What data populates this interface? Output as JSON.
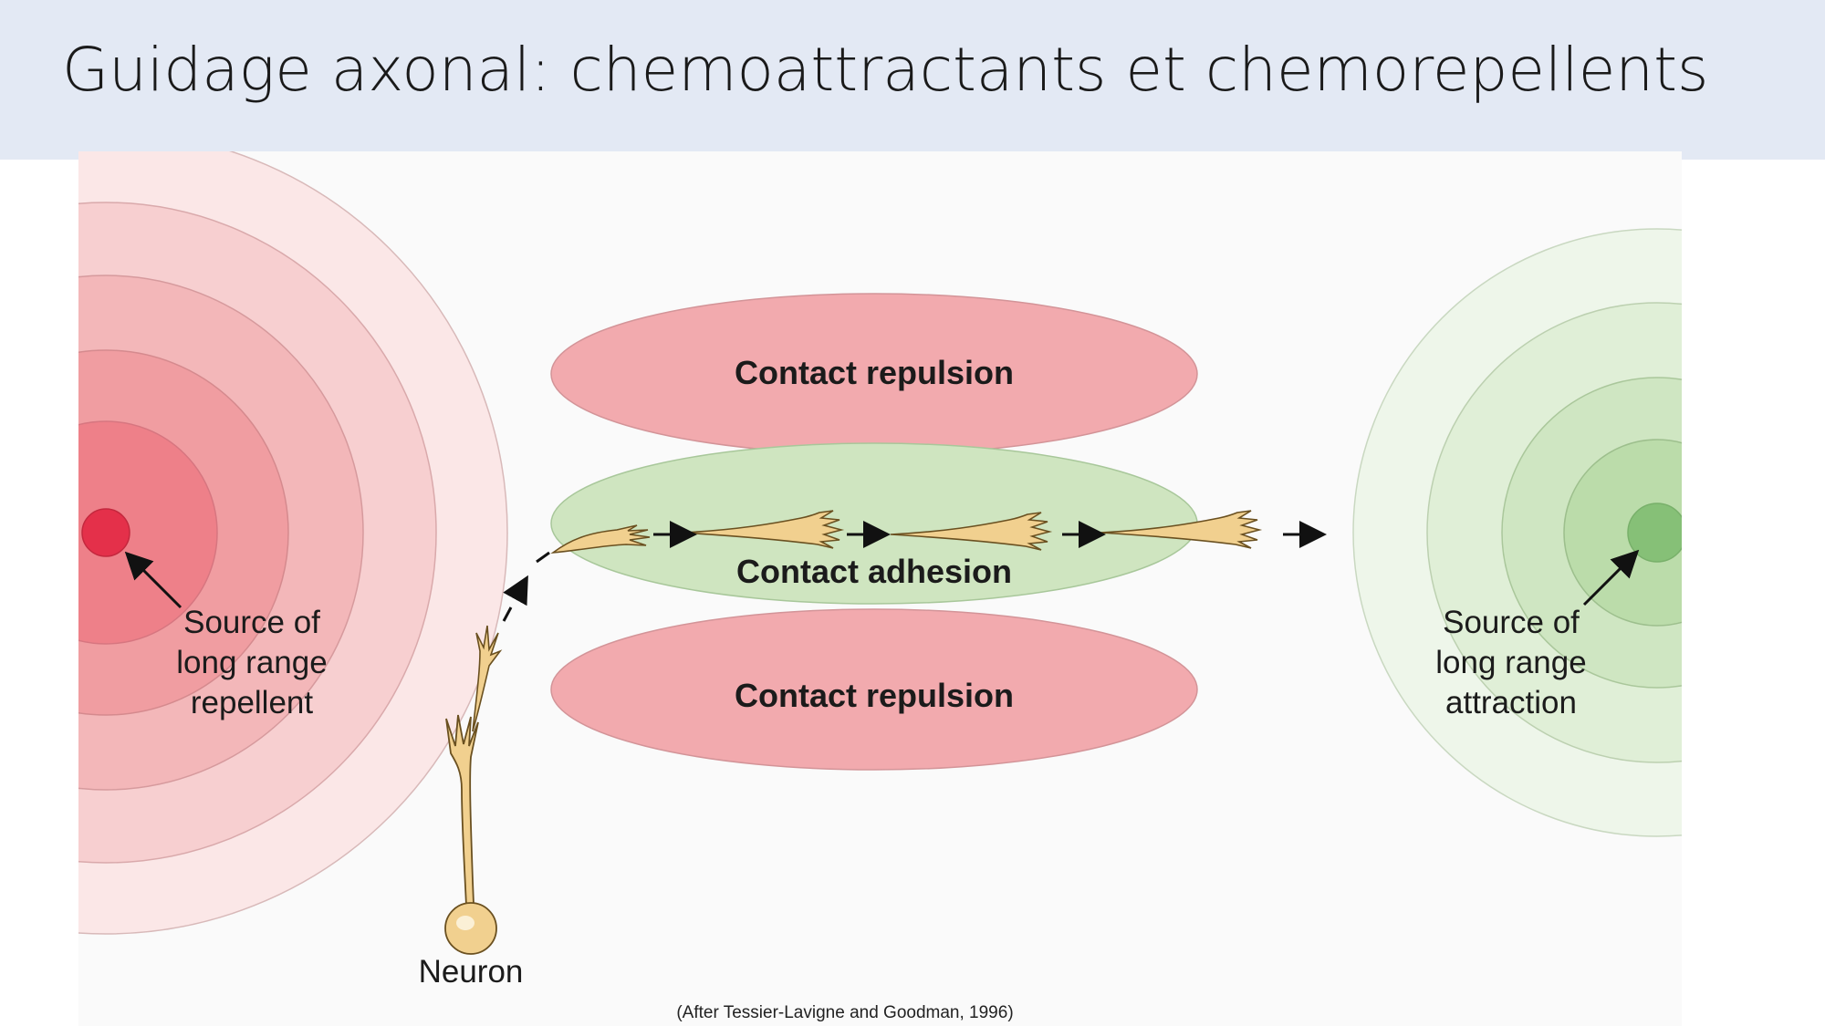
{
  "slide": {
    "title": "Guidage axonal: chemoattractants et chemorepellents"
  },
  "figure": {
    "repellent_source_label": [
      "Source of",
      "long range",
      "repellent"
    ],
    "attraction_source_label": [
      "Source of",
      "long range",
      "attraction"
    ],
    "contact_repulsion_top": "Contact repulsion",
    "contact_adhesion": "Contact adhesion",
    "contact_repulsion_bottom": "Contact repulsion",
    "neuron_label": "Neuron",
    "credit": "(After Tessier-Lavigne and Goodman, 1996)"
  },
  "colors": {
    "title_bar": "#e3e9f4",
    "repellent_gradient": [
      "#fbe7e7",
      "#f7cfd0",
      "#f3b7b9",
      "#f09da1",
      "#ee8089",
      "#e8505f",
      "#e4304a"
    ],
    "attractant_gradient": [
      "#eef6ea",
      "#e0efd7",
      "#cfe6c2",
      "#bbdcaa",
      "#a3d091",
      "#86c077",
      "#6cb062"
    ],
    "contact_repulsion": "#f2aaae",
    "contact_adhesion": "#cfe5c0",
    "growth_cone": "#f1d08f"
  }
}
